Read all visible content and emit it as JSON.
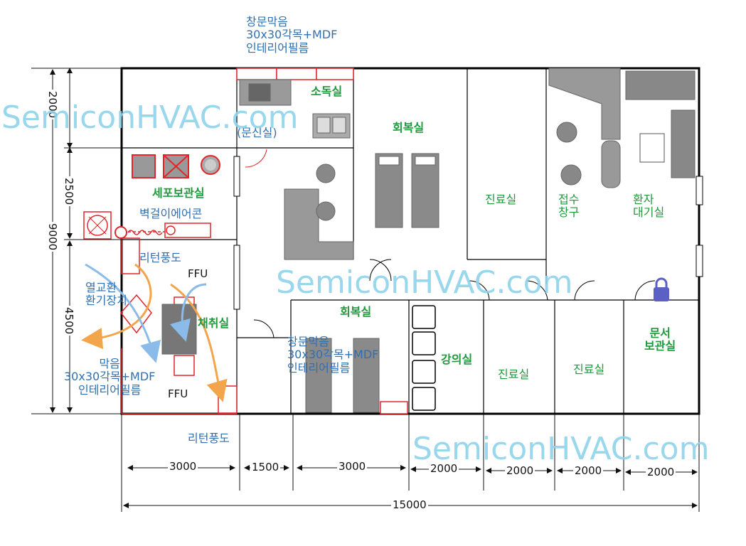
{
  "top_note": [
    "창문막음",
    "30x30각목+MDF",
    "인테리어필름"
  ],
  "left_note": [
    "막음",
    "30x30각목+MDF",
    "인테리어필름"
  ],
  "mid_note": [
    "창문막음",
    "30x30각목+MDF",
    "인테리어필름"
  ],
  "rooms": {
    "disinfection": "소독실",
    "consult": "(문신실)",
    "recovery_top": "회복실",
    "exam_top": "진료실",
    "reception": [
      "접수",
      "창구"
    ],
    "waiting": [
      "환자",
      "대기실"
    ],
    "cell_storage": "세포보관실",
    "wall_ac": "벽걸이에어콘",
    "return_duct_top": "리턴풍도",
    "ffu_top": "FFU",
    "heat_exchanger": [
      "열교환",
      "환기장치"
    ],
    "collection": "채취실",
    "ffu_bottom": "FFU",
    "recovery_bottom": "회복실",
    "lecture": "강의실",
    "exam_a": "진료실",
    "exam_b": "진료실",
    "documents": [
      "문서",
      "보관실"
    ],
    "return_duct_bottom": "리턴풍도"
  },
  "dimensions": {
    "left": [
      "2000",
      "2500",
      "4500"
    ],
    "total_height": "9000",
    "bottom": [
      "3000",
      "1500",
      "3000",
      "2000",
      "2000",
      "2000",
      "2000"
    ],
    "total_width": "15000"
  },
  "watermarks": [
    "SemiconHVAC.com",
    "SemiconHVAC.com",
    "SemiconHVAC.com"
  ],
  "colors": {
    "wall": "#000000",
    "red": "#e0262b",
    "blue_text": "#2f6fb0",
    "green_text": "#1e9a3b",
    "watermark": "#8fd3ec",
    "furniture": "#8c8c8c",
    "airflow": "#f2a54a",
    "airflow_blue": "#8bbbe8"
  }
}
